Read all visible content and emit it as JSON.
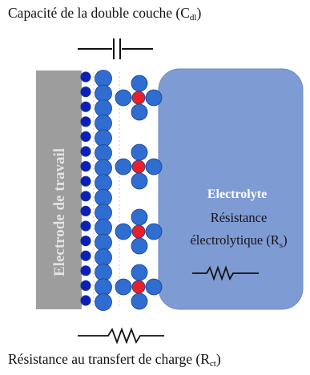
{
  "captions": {
    "top": "Capacité de la double couche (C",
    "top_sub": "dl",
    "top_end": ")",
    "bottom": "Résistance au transfert de charge (R",
    "bottom_sub": "ct",
    "bottom_end": ")"
  },
  "electrode": {
    "label": "Electrode de travail"
  },
  "electrolyte": {
    "title": "Electrolyte",
    "line1": "Résistance",
    "line2": "électrolytique (R",
    "line2_sub": "s",
    "line2_end": ")"
  },
  "colors": {
    "electrode": "#9d9d9d",
    "electrolyte": "#7f9bd4",
    "small_ion": "#0d1fb8",
    "solvent_ion": "#2f6ed0",
    "center_ion": "#e8202a"
  },
  "icons": [
    "capacitor-icon",
    "resistor-icon"
  ]
}
